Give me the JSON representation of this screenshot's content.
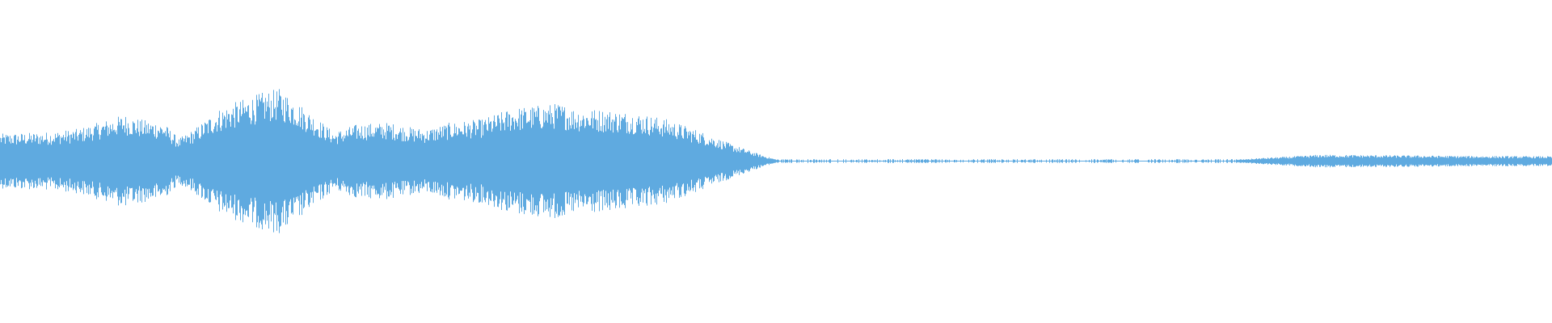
{
  "waveform": {
    "color": "#5faae0",
    "background": "#ffffff",
    "envelope": [
      [
        0.0,
        0.17
      ],
      [
        0.03,
        0.18
      ],
      [
        0.05,
        0.2
      ],
      [
        0.07,
        0.26
      ],
      [
        0.08,
        0.29
      ],
      [
        0.09,
        0.26
      ],
      [
        0.105,
        0.24
      ],
      [
        0.115,
        0.14
      ],
      [
        0.125,
        0.2
      ],
      [
        0.14,
        0.32
      ],
      [
        0.155,
        0.38
      ],
      [
        0.17,
        0.43
      ],
      [
        0.18,
        0.45
      ],
      [
        0.19,
        0.38
      ],
      [
        0.205,
        0.26
      ],
      [
        0.215,
        0.18
      ],
      [
        0.23,
        0.23
      ],
      [
        0.25,
        0.24
      ],
      [
        0.265,
        0.21
      ],
      [
        0.275,
        0.2
      ],
      [
        0.29,
        0.24
      ],
      [
        0.31,
        0.26
      ],
      [
        0.33,
        0.33
      ],
      [
        0.35,
        0.35
      ],
      [
        0.36,
        0.36
      ],
      [
        0.37,
        0.33
      ],
      [
        0.39,
        0.32
      ],
      [
        0.41,
        0.3
      ],
      [
        0.43,
        0.26
      ],
      [
        0.45,
        0.19
      ],
      [
        0.47,
        0.11
      ],
      [
        0.49,
        0.04
      ],
      [
        0.5,
        0.01
      ],
      [
        0.8,
        0.01
      ],
      [
        0.81,
        0.018
      ],
      [
        0.83,
        0.028
      ],
      [
        0.85,
        0.04
      ],
      [
        0.9,
        0.036
      ],
      [
        0.95,
        0.032
      ],
      [
        1.0,
        0.03
      ]
    ],
    "sparse_segment": [
      0.5,
      0.8
    ]
  }
}
